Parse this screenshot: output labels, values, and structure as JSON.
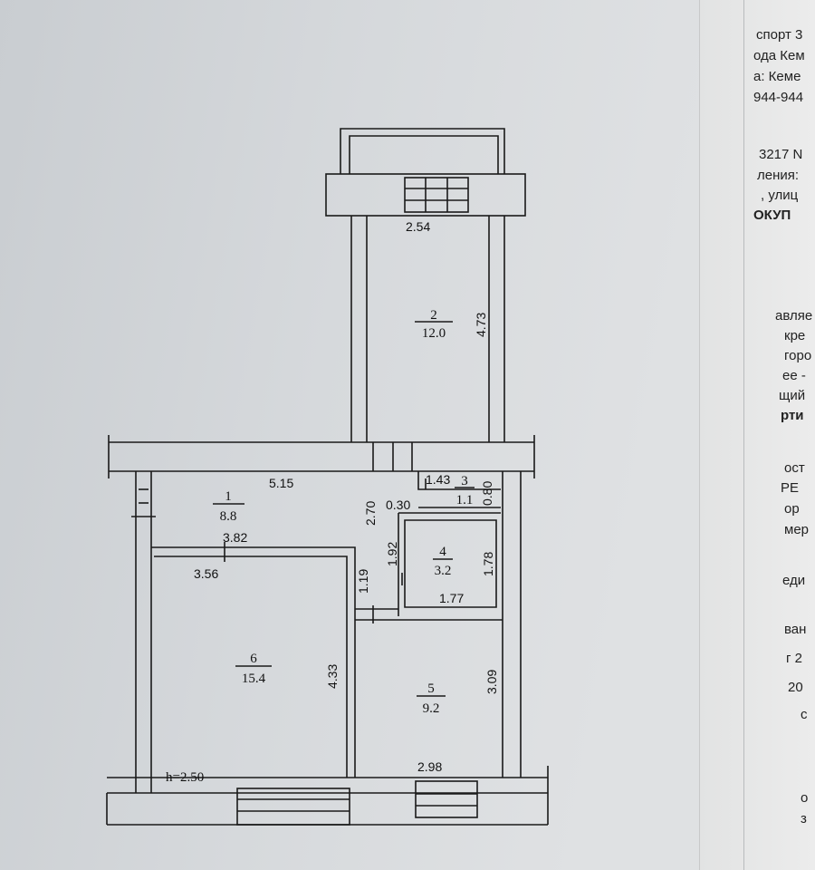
{
  "document_fragments": {
    "top": [
      "спорт 3",
      "ода Кем",
      "а: Кеме",
      "944-944",
      "3217 N",
      "ления:",
      ", улиц",
      "ОКУП"
    ],
    "middle": [
      "авляе",
      "кре",
      "горо",
      "ее -",
      "щий",
      "рти",
      "ост",
      "РЕ",
      "ор",
      "мер",
      "еди",
      "ван",
      "г 2",
      "20",
      "с",
      "о",
      "з"
    ]
  },
  "floor_plan": {
    "ceiling_height": "h=2.50",
    "rooms": [
      {
        "number": "1",
        "area": "8.8"
      },
      {
        "number": "2",
        "area": "12.0"
      },
      {
        "number": "3",
        "area": "1.1"
      },
      {
        "number": "4",
        "area": "3.2"
      },
      {
        "number": "5",
        "area": "9.2"
      },
      {
        "number": "6",
        "area": "15.4"
      }
    ],
    "dimensions": {
      "room2_width": "2.54",
      "room2_length": "4.73",
      "room1_length": "5.15",
      "room1_height": "2.70",
      "room3_width": "1.43",
      "room3_depth": "0.80",
      "gap": "0.30",
      "room6_top": "3.82",
      "room6_width": "3.56",
      "room6_length": "4.33",
      "corridor_depth": "1.92",
      "passage": "1.19",
      "room4_height": "1.78",
      "room4_width": "1.77",
      "room5_height": "3.09",
      "room5_width": "2.98"
    }
  }
}
